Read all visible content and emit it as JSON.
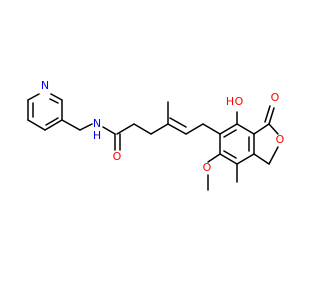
{
  "colors": {
    "bond": "#000000",
    "oxygen": "#ff0000",
    "nitrogen": "#0000ff",
    "background": "#ffffff"
  },
  "atoms": {
    "pyridine_n": {
      "text": "N",
      "element": "nitrogen"
    },
    "amide_n": {
      "text": "N",
      "element": "nitrogen"
    },
    "amide_h": {
      "text": "H",
      "element": "nitrogen"
    },
    "amide_o": {
      "text": "O",
      "element": "oxygen"
    },
    "hydroxyl_o": {
      "text": "O",
      "element": "oxygen"
    },
    "hydroxyl_h": {
      "text": "H",
      "element": "oxygen"
    },
    "carbonyl_o": {
      "text": "O",
      "element": "oxygen"
    },
    "ring_o": {
      "text": "O",
      "element": "oxygen"
    },
    "methoxy_o": {
      "text": "O",
      "element": "oxygen"
    }
  }
}
